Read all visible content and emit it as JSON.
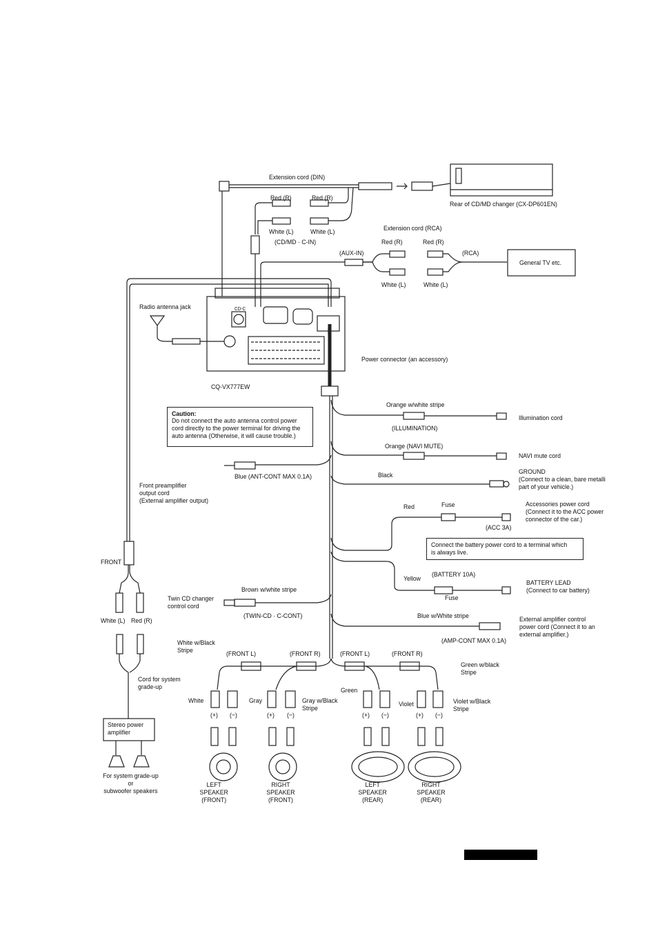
{
  "labels": {
    "extension_din": "Extension cord (DIN)",
    "rear_changer": "Rear of CD/MD changer (CX-DP601EN)",
    "red_r_1": "Red (R)",
    "red_r_2": "Red (R)",
    "white_l_1": "White (L)",
    "white_l_2": "White (L)",
    "cdmd_cin": "(CD/MD · C-IN)",
    "extension_rca": "Extension cord (RCA)",
    "red_r_3": "Red (R)",
    "red_r_4": "Red (R)",
    "aux_in": "(AUX-IN)",
    "rca": "(RCA)",
    "white_l_3": "White (L)",
    "white_l_4": "White (L)",
    "general_tv": "General TV etc.",
    "radio_antenna_jack": "Radio antenna jack",
    "cdc": "CD-C",
    "model": "CQ-VX777EW",
    "power_connector": "Power connector (an accessory)",
    "caution_title": "Caution:",
    "caution_body": "Do not connect the auto antenna control power\ncord directly to the power terminal for driving the\nauto antenna (Otherwise, it will cause trouble.)",
    "orange_white_stripe": "Orange w/white stripe",
    "illumination": "(ILLUMINATION)",
    "illumination_cord": "Illumination cord",
    "orange_navi_mute": "Orange (NAVI MUTE)",
    "navi_mute_cord": "NAVI mute cord",
    "black": "Black",
    "blue_ant_cont": "Blue (ANT-CONT MAX 0.1A)",
    "ground": "GROUND\n(Connect to a clean, bare metalli\npart of your vehicle.)",
    "front_preamp": "Front preamplifier\noutput cord\n(External amplifier output)",
    "red": "Red",
    "fuse_1": "Fuse",
    "acc_power": "Accessories power cord\n(Connect it to the ACC power\nconnector of the car.)",
    "acc_3a": "(ACC 3A)",
    "battery_note": "Connect the battery power cord to a terminal which\nis always live.",
    "yellow": "Yellow",
    "battery_10a": "(BATTERY 10A)",
    "fuse_2": "Fuse",
    "battery_lead": "BATTERY LEAD\n(Connect to car battery)",
    "front": "FRONT",
    "twin_cd": "Twin CD changer\ncontrol cord",
    "brown_white_stripe": "Brown w/white stripe",
    "twin_cd_ccont": "(TWIN-CD · C-CONT)",
    "white_l_5": "White (L)",
    "red_r_5": "Red (R)",
    "blue_white_stripe": "Blue w/White stripe",
    "amp_cont": "(AMP-CONT MAX 0.1A)",
    "ext_amp_ctrl": "External amplifier control\npower cord (Connect it to an\nexternal amplifier.)",
    "white_black_stripe": "White w/Black\nStripe",
    "front_l_1": "(FRONT L)",
    "front_r_1": "(FRONT R)",
    "front_l_2": "(FRONT L)",
    "front_r_2": "(FRONT R)",
    "green_black_stripe": "Green w/black\nStripe",
    "cord_grade_up": "Cord for system\ngrade-up",
    "white": "White",
    "gray": "Gray",
    "gray_black_stripe": "Gray w/Black\nStripe",
    "green": "Green",
    "violet": "Violet",
    "violet_black_stripe": "Violet w/Black\nStripe",
    "plus_1": "(+)",
    "minus_1": "(−)",
    "plus_2": "(+)",
    "minus_2": "(−)",
    "plus_3": "(+)",
    "minus_3": "(−)",
    "plus_4": "(+)",
    "minus_4": "(−)",
    "stereo_amp": "Stereo power\namplifier",
    "subwoofer": "For system grade-up\nor\nsubwoofer speakers",
    "left_front": "LEFT SPEAKER\n(FRONT)",
    "right_front": "RIGHT SPEAKER\n(FRONT)",
    "left_rear": "LEFT SPEAKER\n(REAR)",
    "right_rear": "RIGHT SPEAKER\n(REAR)"
  },
  "colors": {
    "line": "#222222",
    "background": "#ffffff",
    "redaction": "#000000"
  }
}
